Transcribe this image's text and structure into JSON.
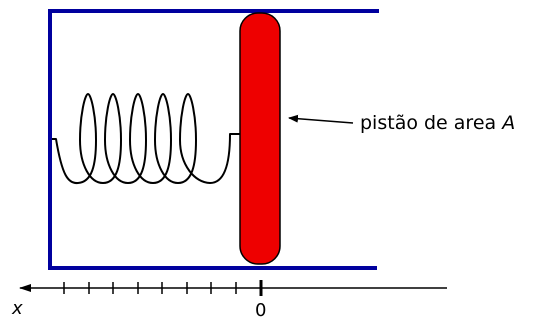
{
  "piston": {
    "label": "pistão de area ",
    "label_var": "A",
    "color": "#ee0000"
  },
  "cylinder": {
    "color": "#00009e"
  },
  "axis": {
    "var_label": "x",
    "zero_label": "0"
  }
}
